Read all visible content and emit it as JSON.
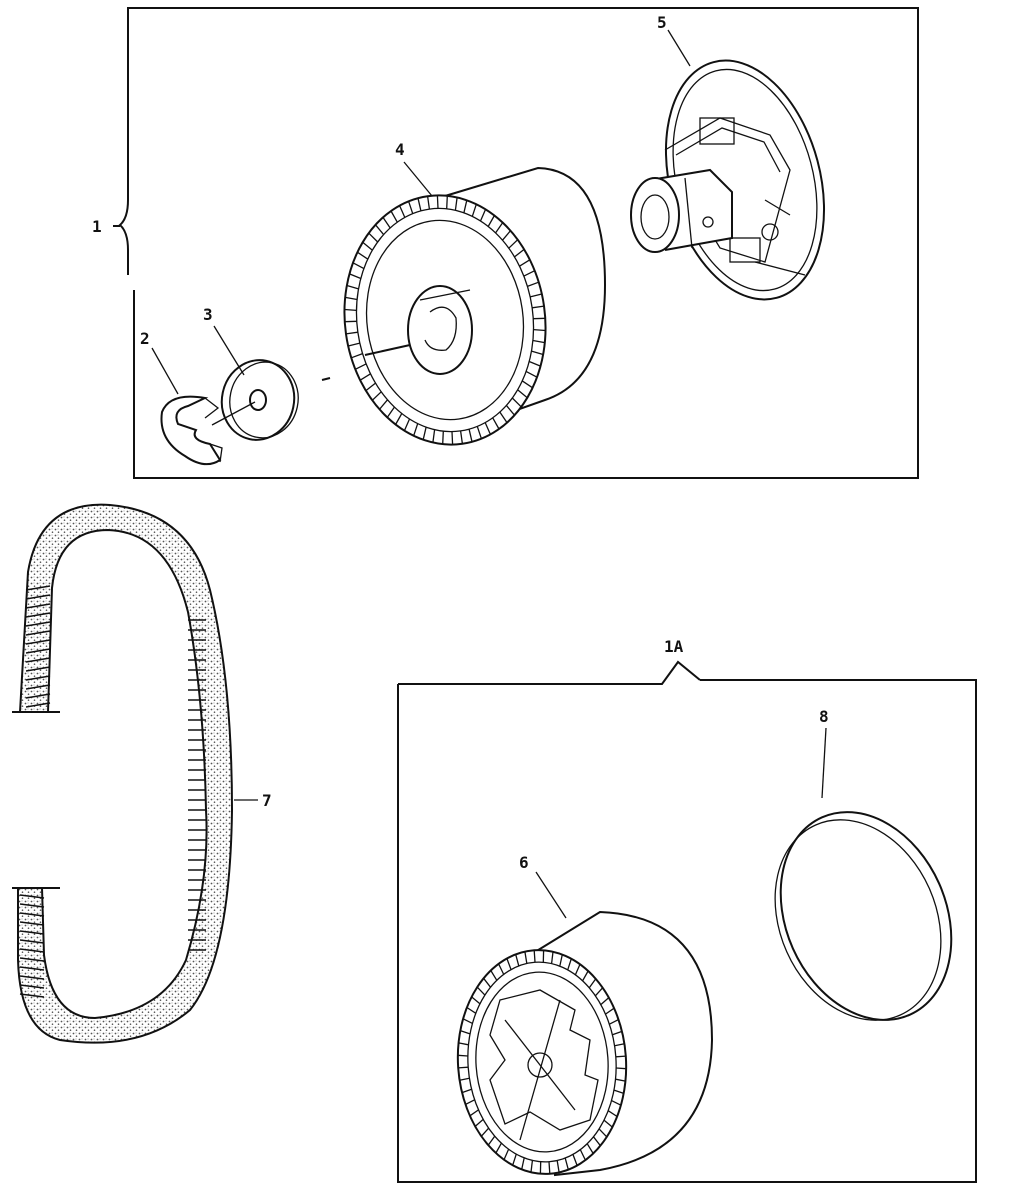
{
  "callouts": {
    "assembly_1": "1",
    "part_2": "2",
    "part_3": "3",
    "part_4": "4",
    "part_5": "5",
    "assembly_1a": "1A",
    "part_6": "6",
    "part_7": "7",
    "part_8": "8"
  },
  "colors": {
    "line": "#111111",
    "background": "#ffffff",
    "belt_texture": "#555555"
  }
}
